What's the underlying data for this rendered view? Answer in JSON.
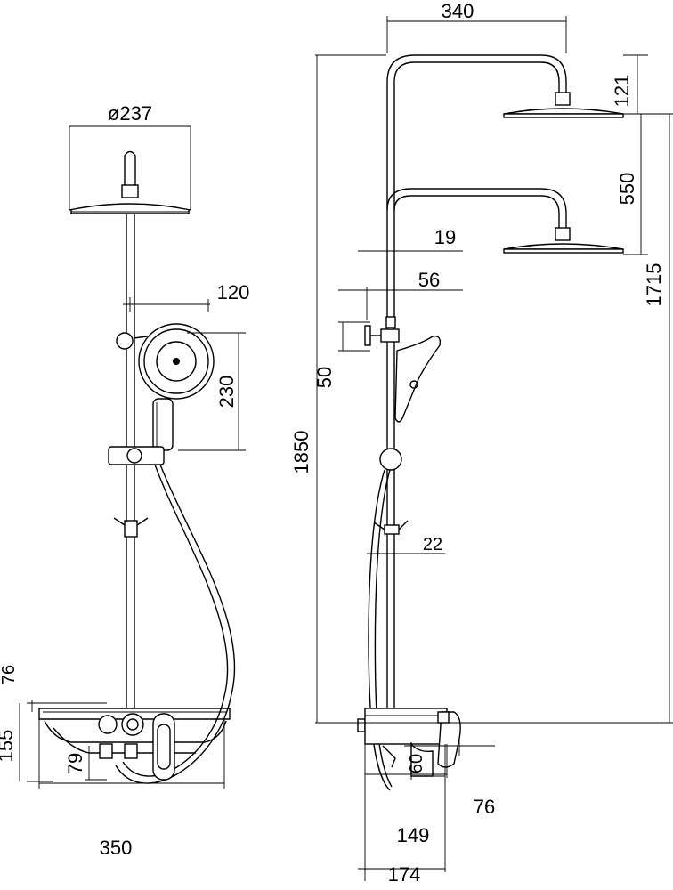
{
  "front_view": {
    "head_diameter": "ø237",
    "hand_shower_width": "120",
    "hand_shower_height": "230",
    "shelf_top": "76",
    "shelf_height": "155",
    "mixer_offset": "79",
    "total_width": "350"
  },
  "side_view": {
    "arm_reach": "340",
    "head_drop": "121",
    "head_spacing": "550",
    "pipe_diameter": "19",
    "bracket_offset": "56",
    "bracket_height": "50",
    "overall_height": "1850",
    "head_height": "1715",
    "slider_diameter": "22",
    "spout_height": "60",
    "spout_reach": "76",
    "body_depth": "149",
    "total_depth": "174"
  }
}
